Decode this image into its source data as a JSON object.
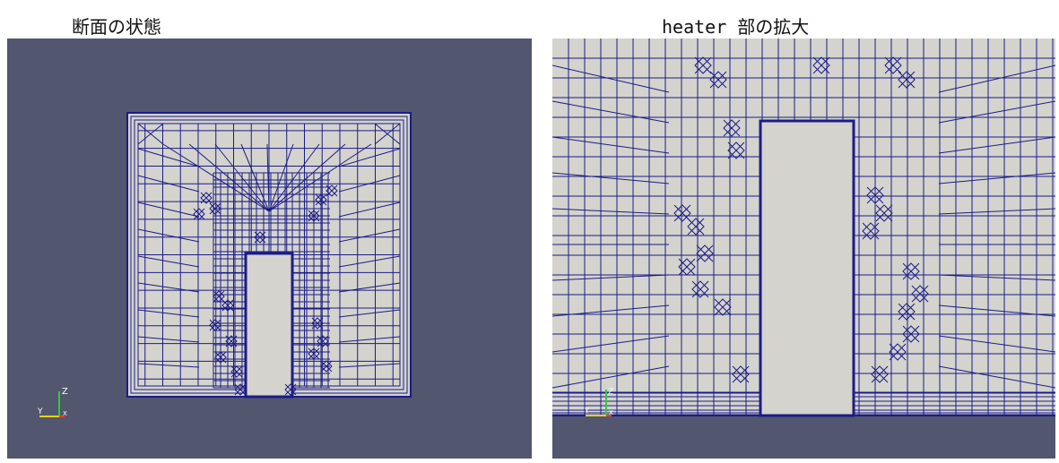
{
  "captions": {
    "left": "断面の状態",
    "right": "heater 部の拡大"
  },
  "axes": {
    "z_label": "Z",
    "y_label": "Y",
    "x_label": "X"
  },
  "colors": {
    "background": "#52566f",
    "domain_fill": "#d4d3cd",
    "mesh_line": "#1c1c86",
    "axis_x": "#ff3b1f",
    "axis_y": "#e5d21a",
    "axis_z": "#34c93b"
  }
}
